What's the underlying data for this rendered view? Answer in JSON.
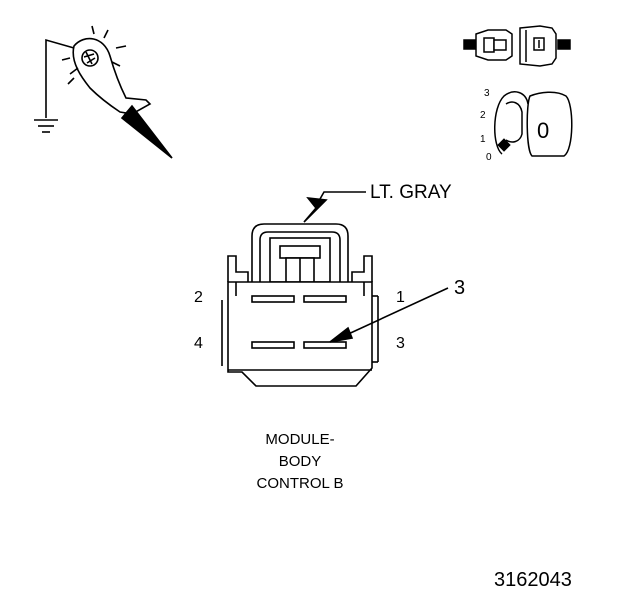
{
  "diagram": {
    "wire_color_label": "LT. GRAY",
    "callout_number": "3",
    "pins": {
      "top_left": "2",
      "top_right": "1",
      "bottom_left": "4",
      "bottom_right": "3"
    },
    "connector_name": {
      "line1": "MODULE-",
      "line2": "BODY",
      "line3": "CONTROL B"
    },
    "figure_id": "3162043",
    "ignition_positions": [
      "3",
      "2",
      "1",
      "0"
    ],
    "ignition_key_label": "0"
  },
  "icons": {
    "probe": "test-probe-ground-icon",
    "connector": "disconnected-connector-icon",
    "ignition": "ignition-key-off-icon"
  }
}
